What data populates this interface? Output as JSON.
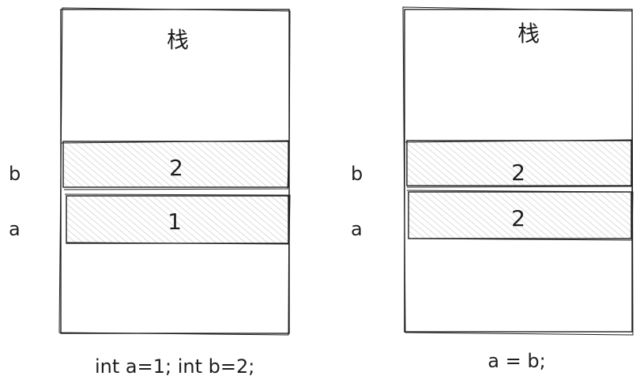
{
  "stack_before": {
    "title": "栈",
    "slot_b": {
      "name": "b",
      "value": "2"
    },
    "slot_a": {
      "name": "a",
      "value": "1"
    },
    "caption": "int a=1; int b=2;"
  },
  "stack_after": {
    "title": "栈",
    "slot_b": {
      "name": "b",
      "value": "2"
    },
    "slot_a": {
      "name": "a",
      "value": "2"
    },
    "caption": "a = b;"
  },
  "colors": {
    "stroke": "#1e1e1e",
    "hatch": "#c8c8c8",
    "background": "#ffffff"
  }
}
